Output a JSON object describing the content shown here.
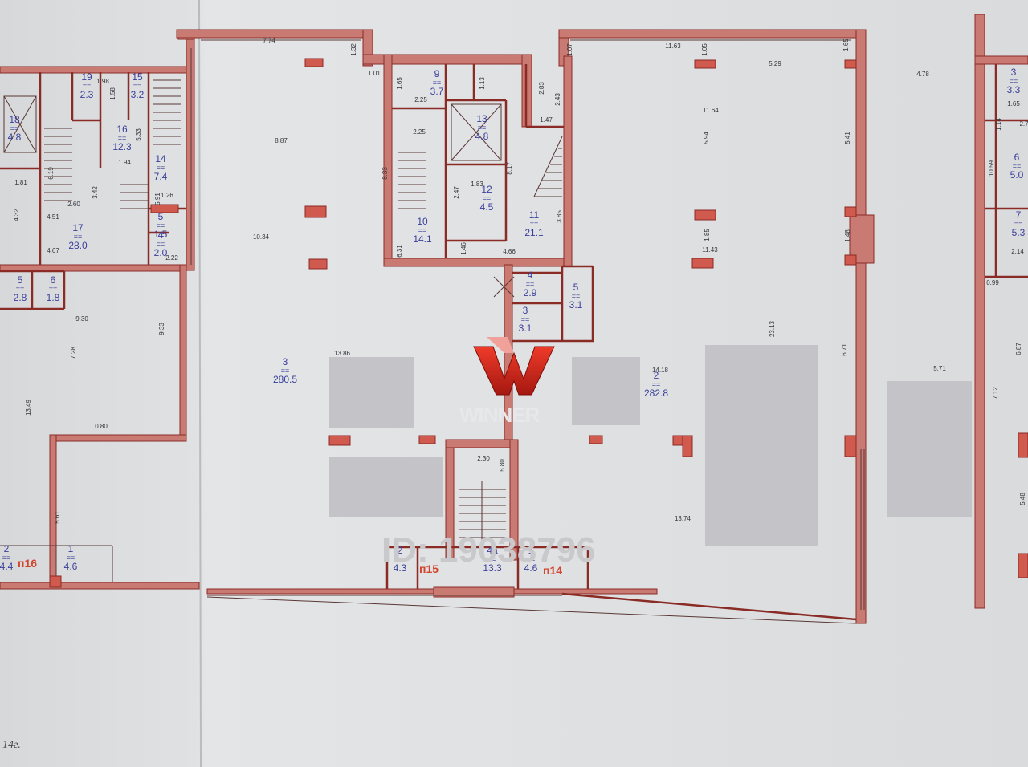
{
  "rooms": [
    {
      "id": "r19",
      "num": "19",
      "area": "2.3"
    },
    {
      "id": "r15a",
      "num": "15",
      "area": "3.2"
    },
    {
      "id": "r18",
      "num": "18",
      "area": "4.8"
    },
    {
      "id": "r16a",
      "num": "16",
      "area": "12.3"
    },
    {
      "id": "r14a",
      "num": "14",
      "area": "7.4"
    },
    {
      "id": "r5a",
      "num": "5",
      "area": "1.5"
    },
    {
      "id": "r4a",
      "num": "4",
      "area": "2.0"
    },
    {
      "id": "r17",
      "num": "17",
      "area": "28.0"
    },
    {
      "id": "r5b",
      "num": "5",
      "area": "2.8"
    },
    {
      "id": "r6a",
      "num": "6",
      "area": "1.8"
    },
    {
      "id": "r2a",
      "num": "2",
      "area": "4.4"
    },
    {
      "id": "r1a",
      "num": "1",
      "area": "4.6"
    },
    {
      "id": "r9",
      "num": "9",
      "area": "3.7"
    },
    {
      "id": "r13",
      "num": "13",
      "area": "4.8"
    },
    {
      "id": "r12",
      "num": "12",
      "area": "4.5"
    },
    {
      "id": "r10",
      "num": "10",
      "area": "14.1"
    },
    {
      "id": "r11",
      "num": "11",
      "area": "21.1"
    },
    {
      "id": "r4b",
      "num": "4",
      "area": "2.9"
    },
    {
      "id": "r5c",
      "num": "5",
      "area": "3.1"
    },
    {
      "id": "r3b",
      "num": "3",
      "area": "3.1"
    },
    {
      "id": "r3main",
      "num": "3",
      "area": "280.5"
    },
    {
      "id": "r2main",
      "num": "2",
      "area": "282.8"
    },
    {
      "id": "r2b",
      "num": "2",
      "area": "4.3"
    },
    {
      "id": "r4c",
      "num": "4a",
      "area": "13.3"
    },
    {
      "id": "r1b",
      "num": "1",
      "area": "4.6"
    },
    {
      "id": "r6b",
      "num": "6",
      "area": "5.0"
    },
    {
      "id": "r7",
      "num": "7",
      "area": "5.3"
    },
    {
      "id": "r3c",
      "num": "3",
      "area": "3.3"
    }
  ],
  "room_separator": "==",
  "units": [
    {
      "id": "u16",
      "label": "п16"
    },
    {
      "id": "u15",
      "label": "п15"
    },
    {
      "id": "u14",
      "label": "п14"
    }
  ],
  "dimensions": [
    {
      "id": "d1",
      "text": "7.74"
    },
    {
      "id": "d2",
      "text": "1.32"
    },
    {
      "id": "d3",
      "text": "1.01"
    },
    {
      "id": "d4",
      "text": "1.07"
    },
    {
      "id": "d5",
      "text": "11.63"
    },
    {
      "id": "d6",
      "text": "1.05"
    },
    {
      "id": "d7",
      "text": "1.65"
    },
    {
      "id": "d8",
      "text": "5.29"
    },
    {
      "id": "d9",
      "text": "4.78"
    },
    {
      "id": "d10",
      "text": "1.98"
    },
    {
      "id": "d11",
      "text": "1.58"
    },
    {
      "id": "d12",
      "text": "8.87"
    },
    {
      "id": "d13",
      "text": "1.65"
    },
    {
      "id": "d14",
      "text": "2.25"
    },
    {
      "id": "d15",
      "text": "1.13"
    },
    {
      "id": "d16",
      "text": "2.83"
    },
    {
      "id": "d17",
      "text": "2.43"
    },
    {
      "id": "d18",
      "text": "11.64"
    },
    {
      "id": "d19",
      "text": "5.41"
    },
    {
      "id": "d20",
      "text": "1.47"
    },
    {
      "id": "d21",
      "text": "5.94"
    },
    {
      "id": "d22",
      "text": "2.25"
    },
    {
      "id": "d23",
      "text": "5.33"
    },
    {
      "id": "d24",
      "text": "1.94"
    },
    {
      "id": "d25",
      "text": "8.33"
    },
    {
      "id": "d26",
      "text": "8.17"
    },
    {
      "id": "d27",
      "text": "1.83"
    },
    {
      "id": "d28",
      "text": "1.81"
    },
    {
      "id": "d29",
      "text": "6.19"
    },
    {
      "id": "d30",
      "text": "2.60"
    },
    {
      "id": "d31",
      "text": "3.42"
    },
    {
      "id": "d32",
      "text": "5.91"
    },
    {
      "id": "d33",
      "text": "1.26"
    },
    {
      "id": "d34",
      "text": "2.47"
    },
    {
      "id": "d35",
      "text": "4.32"
    },
    {
      "id": "d36",
      "text": "4.51"
    },
    {
      "id": "d37",
      "text": "10.34"
    },
    {
      "id": "d38",
      "text": "3.85"
    },
    {
      "id": "d39",
      "text": "1.48"
    },
    {
      "id": "d40",
      "text": "4.67"
    },
    {
      "id": "d41",
      "text": "1.85"
    },
    {
      "id": "d42",
      "text": "11.43"
    },
    {
      "id": "d43",
      "text": "6.31"
    },
    {
      "id": "d44",
      "text": "1.46"
    },
    {
      "id": "d45",
      "text": "4.66"
    },
    {
      "id": "d46",
      "text": "2.22"
    },
    {
      "id": "d47",
      "text": "9.30"
    },
    {
      "id": "d48",
      "text": "9.33"
    },
    {
      "id": "d49",
      "text": "7.28"
    },
    {
      "id": "d50",
      "text": "23.13"
    },
    {
      "id": "d51",
      "text": "13.86"
    },
    {
      "id": "d52",
      "text": "14.18"
    },
    {
      "id": "d53",
      "text": "6.71"
    },
    {
      "id": "d54",
      "text": "5.71"
    },
    {
      "id": "d55",
      "text": "13.49"
    },
    {
      "id": "d56",
      "text": "0.80"
    },
    {
      "id": "d57",
      "text": "2.30"
    },
    {
      "id": "d58",
      "text": "5.80"
    },
    {
      "id": "d59",
      "text": "5.61"
    },
    {
      "id": "d60",
      "text": "13.74"
    },
    {
      "id": "d61",
      "text": "10.59"
    },
    {
      "id": "d62",
      "text": "7.12"
    },
    {
      "id": "d63",
      "text": "6.87"
    },
    {
      "id": "d64",
      "text": "2.14"
    },
    {
      "id": "d65",
      "text": "0.99"
    },
    {
      "id": "d66",
      "text": "1.14"
    },
    {
      "id": "d67",
      "text": "1.65"
    },
    {
      "id": "d68",
      "text": "2.7"
    },
    {
      "id": "d69",
      "text": "5.48"
    }
  ],
  "watermark": {
    "logo_text": "WINNER",
    "listing_id": "ID: 19038796"
  },
  "footer_date": "14г.",
  "colors": {
    "wall": "#c97a72",
    "wall_outline": "#8a2b26",
    "room_text": "#3a3f9a",
    "unit_label": "#d2442c",
    "paper": "#dcdee0",
    "logo_red": "#d8261c"
  }
}
